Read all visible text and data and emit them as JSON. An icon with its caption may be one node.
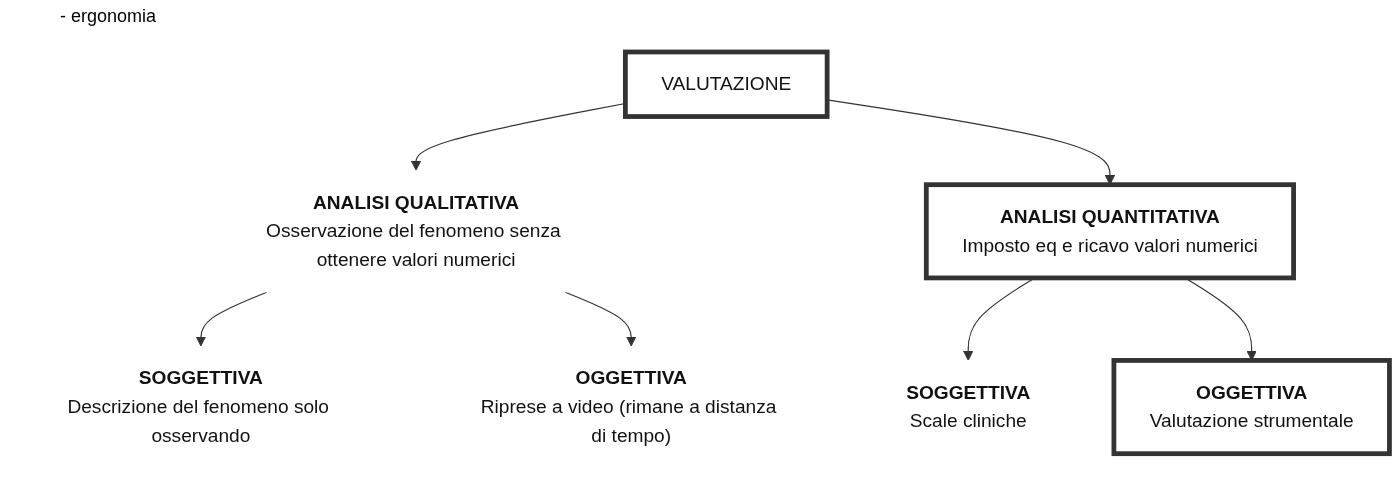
{
  "diagram": {
    "nodes": [
      {
        "text": [
          "VALUTAZIONE"
        ]
      },
      {
        "text": [
          "ANALISI QUALITATIVA",
          "Osservazione del fenomeno senza ottenere valori numerici"
        ]
      },
      {
        "text": [
          "ANALISI QUANTITATIVA",
          "Imposto eq e ricavo valori numerici"
        ]
      },
      {
        "text": [
          "SOGGETTIVA",
          "Descrizione del fenomeno solo osservando"
        ]
      },
      {
        "text": [
          "OGGETTIVA",
          "Riprese a video (rimane a distanza di tempo)"
        ]
      },
      {
        "text": [
          "SOGGETTIVA",
          "Scale cliniche"
        ]
      },
      {
        "text": [
          "OGGETTIVA",
          "Valutazione strumentale"
        ]
      }
    ],
    "edges": [
      {
        "from": 0,
        "to": 1,
        "arrow": "to"
      },
      {
        "from": 0,
        "to": 2,
        "arrow": "to"
      },
      {
        "from": 1,
        "to": 3,
        "arrow": "to"
      },
      {
        "from": 1,
        "to": 4,
        "arrow": "to"
      },
      {
        "from": 2,
        "to": 5,
        "arrow": "to"
      },
      {
        "from": 2,
        "to": 6,
        "arrow": "to"
      }
    ],
    "labels": [
      "- ergonomia"
    ]
  }
}
